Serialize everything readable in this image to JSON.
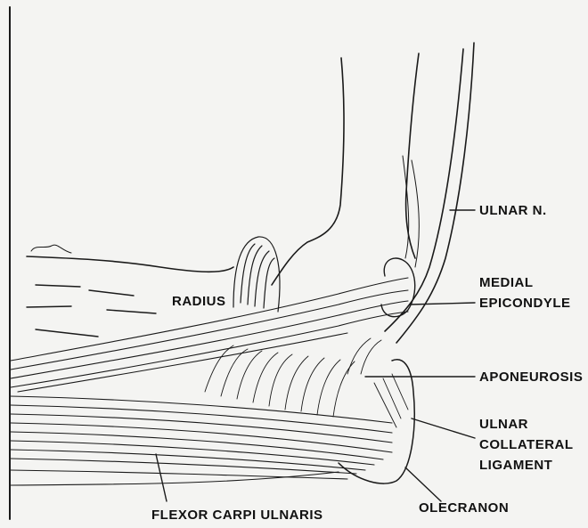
{
  "labels": {
    "radius": "RADIUS",
    "ulnar_n": "ULNAR N.",
    "medial_epicondyle": [
      "MEDIAL",
      "EPICONDYLE"
    ],
    "aponeurosis": "APONEUROSIS",
    "ulnar_collateral_ligament": [
      "ULNAR",
      "COLLATERAL",
      "LIGAMENT"
    ],
    "olecranon": "OLECRANON",
    "flexor_carpi_ulnaris": "FLEXOR CARPI ULNARIS"
  },
  "colors": {
    "ink": "#111111",
    "paper": "#f4f4f2"
  }
}
